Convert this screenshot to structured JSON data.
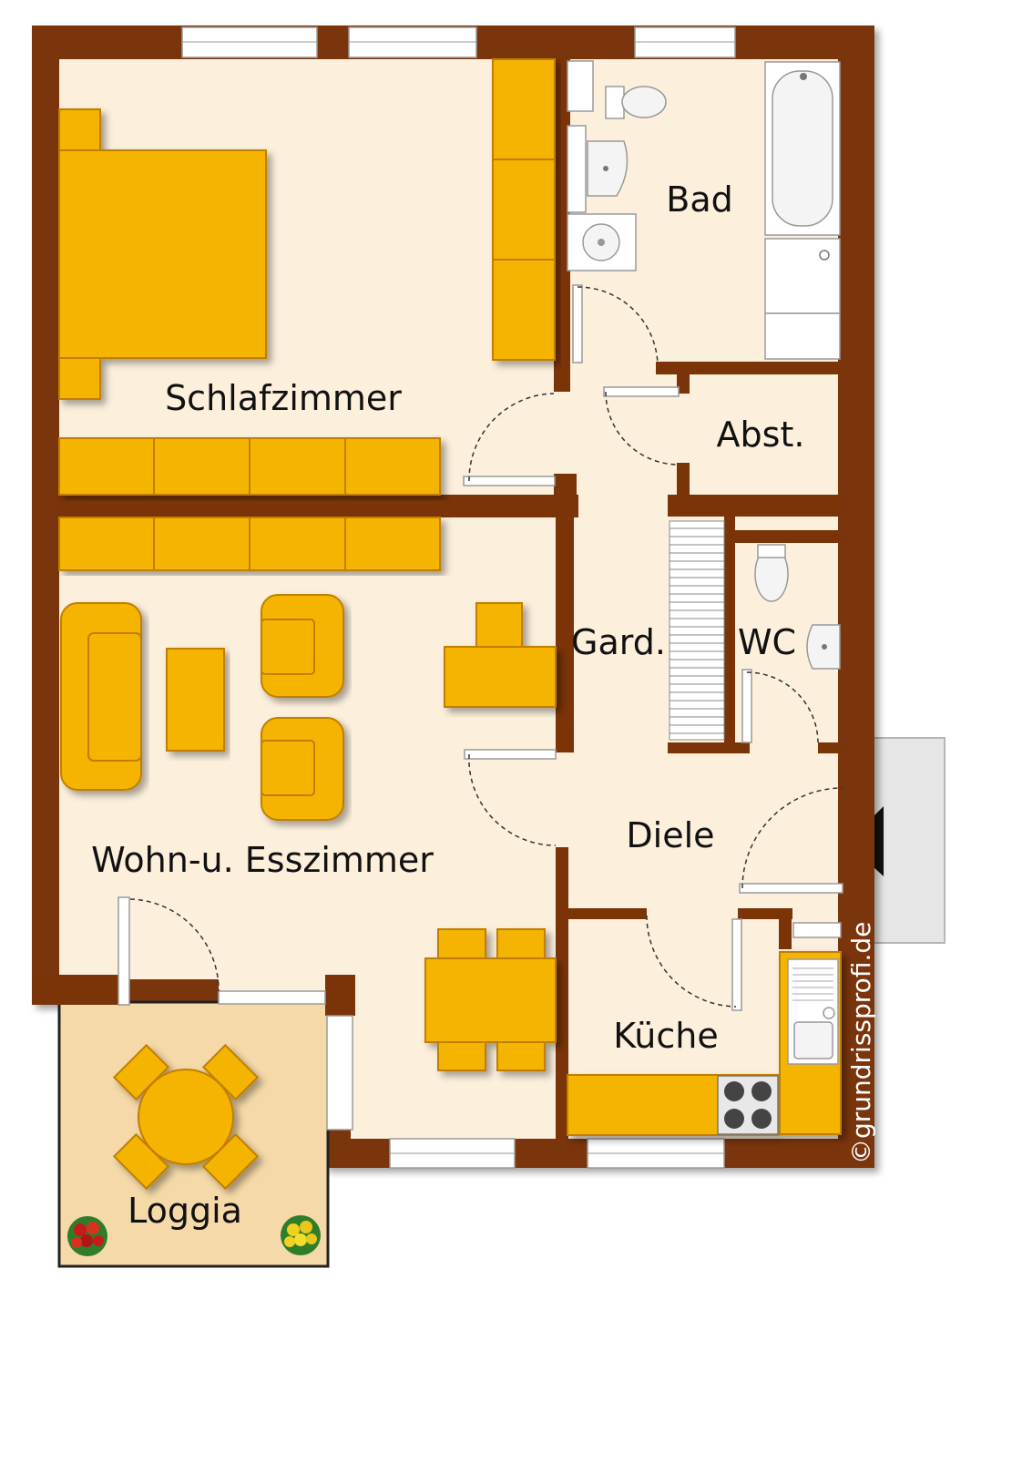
{
  "rooms": {
    "schlafzimmer": "Schlafzimmer",
    "bad": "Bad",
    "abst": "Abst.",
    "gard": "Gard.",
    "wc": "WC",
    "wohn": "Wohn-u. Esszimmer",
    "diele": "Diele",
    "kueche": "Küche",
    "loggia": "Loggia"
  },
  "copyright": "©grundrissprofi.de",
  "colors": {
    "wall": "#7a3408",
    "floor": "#fcefdc",
    "furniture": "#f4b405",
    "loggia_floor": "#f5d9a8",
    "entrance": "#e6e6e6"
  }
}
